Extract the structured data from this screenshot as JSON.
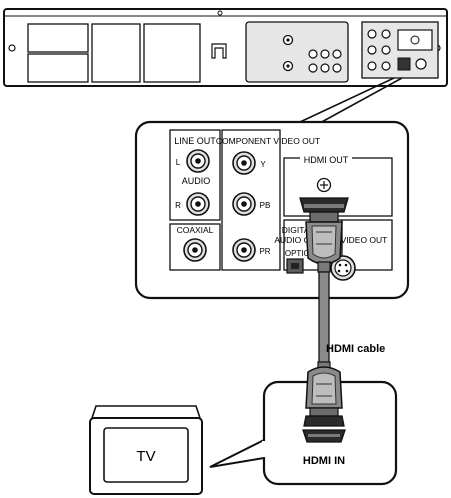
{
  "labels": {
    "line_out": "LINE OUT",
    "line_out_l": "L",
    "audio": "AUDIO",
    "line_out_r": "R",
    "component_video_out": "COMPONENT VIDEO OUT",
    "comp_y": "Y",
    "comp_pb": "PB",
    "comp_pr": "PR",
    "coaxial": "COAXIAL",
    "hdmi_out": "HDMI OUT",
    "digital": "DIGITAL",
    "audio_out": "AUDIO OUT",
    "optical": "OPTICAL",
    "video_out": "VIDEO OUT",
    "hdmi_cable": "HDMI cable",
    "hdmi_in": "HDMI IN",
    "tv": "TV"
  },
  "colors": {
    "stroke": "#111111",
    "panel_fill": "#ffffff",
    "device_fill": "#ffffff",
    "cable": "#8a8a8a",
    "plug_dark": "#2b2b2b",
    "plug_mid": "#7a7a7a",
    "connector_gray": "#bdbdbd"
  }
}
